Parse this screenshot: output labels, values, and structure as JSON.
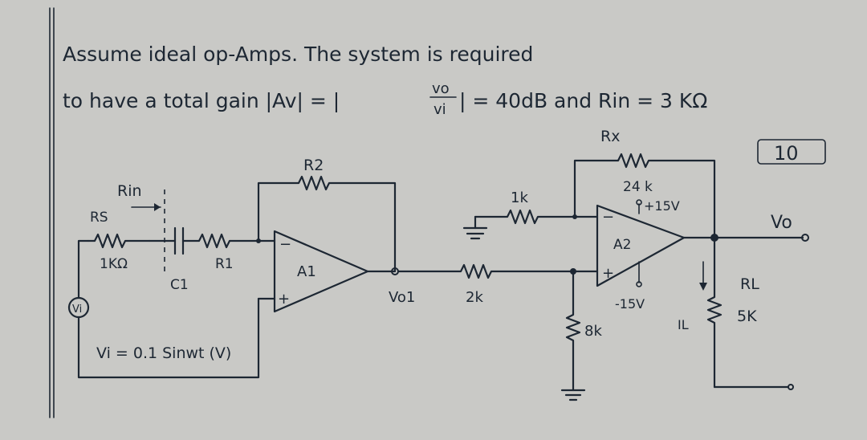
{
  "problem": {
    "line1": "Assume ideal op-Amps. The system is required",
    "line2_prefix": "to have a total gain |Av| = |",
    "gain_num": "vo",
    "gain_den": "vi",
    "line2_suffix": "| = 40dB and Rin = 3 KΩ",
    "points": "10"
  },
  "circuit": {
    "rs_label": "RS",
    "rs_value": "1KΩ",
    "rin_label": "Rin",
    "c1_label": "C1",
    "r1_label": "R1",
    "r2_label": "R2",
    "a1_label": "A1",
    "vo1_label": "Vo1",
    "r_2k_label": "2k",
    "r_1k_label": "1k",
    "r_8k_label": "8k",
    "rx_label": "Rx",
    "rx_value": "24 k",
    "a2_label": "A2",
    "vplus_label": "+15V",
    "vminus_label": "-15V",
    "vo_label": "Vo",
    "rl_label": "RL",
    "rl_value": "5K",
    "il_label": "IL",
    "vi_source_label": "Vi",
    "vi_expr": "Vi = 0.1 Sinwt (V)",
    "plus_sign": "+",
    "minus_sign": "−"
  }
}
